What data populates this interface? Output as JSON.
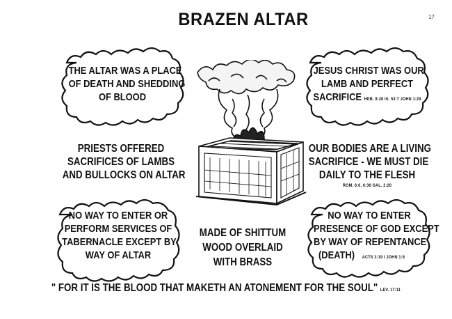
{
  "page": {
    "title": "BRAZEN ALTAR",
    "page_number": "17"
  },
  "clouds": {
    "top_left": [
      "THE ALTAR WAS A PLACE",
      "OF DEATH AND SHEDDING",
      "OF BLOOD"
    ],
    "top_right": {
      "lines": [
        "JESUS CHRIST WAS OUR",
        "LAMB AND PERFECT",
        "SACRIFICE"
      ],
      "refs": "HEB. 9:28    IS. 53:7    JOHN 1:29"
    },
    "bottom_left": [
      "NO WAY TO ENTER OR",
      "PERFORM SERVICES OF",
      "TABERNACLE EXCEPT BY",
      "WAY OF ALTAR"
    ],
    "bottom_right": {
      "lines": [
        "NO WAY TO ENTER",
        "PRESENCE OF GOD EXCEPT",
        "BY WAY OF REPENTANCE",
        "(DEATH)"
      ],
      "refs": "ACTS 3:19    I JOHN 1:9"
    }
  },
  "plain": {
    "priests": [
      "PRIESTS OFFERED",
      "SACRIFICES OF LAMBS",
      "AND BULLOCKS ON ALTAR"
    ],
    "bodies": {
      "lines": [
        "OUR BODIES ARE A LIVING",
        "SACRIFICE - WE MUST DIE",
        "DAILY TO THE FLESH"
      ],
      "refs": "ROM. 6:6, 6:36    GAL. 2:20"
    },
    "material": [
      "MADE OF SHITTUM",
      "WOOD OVERLAID",
      "WITH BRASS"
    ]
  },
  "footer": {
    "quote": "\" FOR IT IS THE BLOOD THAT MAKETH AN ATONEMENT FOR THE SOUL\"",
    "ref": "LEV. 17:11"
  },
  "illustration": {
    "name": "brazen-altar-with-fire-and-smoke",
    "line_color": "#111111"
  }
}
